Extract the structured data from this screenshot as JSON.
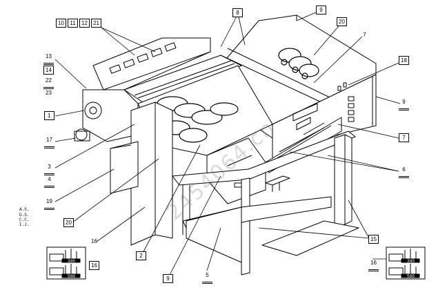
{
  "diagram": {
    "labels": {
      "l10": "10",
      "l11": "11",
      "l12": "12",
      "l21": "21",
      "l13": "13",
      "l14": "14",
      "l22": "22",
      "l23": "23",
      "l1": "1",
      "l17": "17",
      "l3": "3",
      "l4": "4",
      "l19": "19",
      "l20b": "20",
      "l16a": "16",
      "l16b": "16",
      "l2": "2",
      "l9b": "9",
      "l5": "5",
      "l8": "8",
      "l9a": "9",
      "l20a": "20",
      "l7a": "7",
      "l18": "18",
      "l9c": "9",
      "l7b": "7",
      "l6": "6",
      "l15": "15",
      "l16c": "16"
    },
    "codes": [
      "A.S.",
      "D.S.",
      "C.C.",
      "I.J."
    ],
    "inset_left_readouts": [
      "300",
      "500"
    ],
    "inset_right_readouts": [
      "300",
      "500"
    ],
    "watermark": "2454064.cn"
  }
}
